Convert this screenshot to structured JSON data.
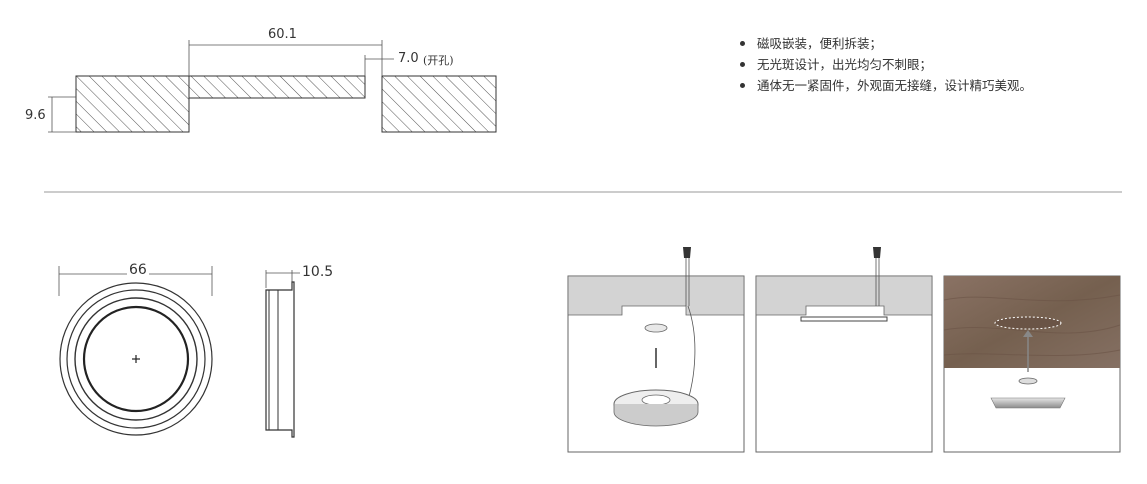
{
  "cross_section": {
    "dim_width": "60.1",
    "dim_hole": "7.0",
    "hole_note": "(开孔)",
    "dim_height": "9.6"
  },
  "features": [
    "磁吸嵌装，便利拆装；",
    "无光斑设计，出光均匀不刺眼；",
    "通体无一紧固件，外观面无接缝，设计精巧美观。"
  ],
  "front_view": {
    "dim_diameter": "66"
  },
  "side_view": {
    "dim_depth": "10.5"
  },
  "colors": {
    "line": "#333333",
    "divider": "#999999",
    "wood": "#7d6558",
    "hatch": "#444444"
  }
}
